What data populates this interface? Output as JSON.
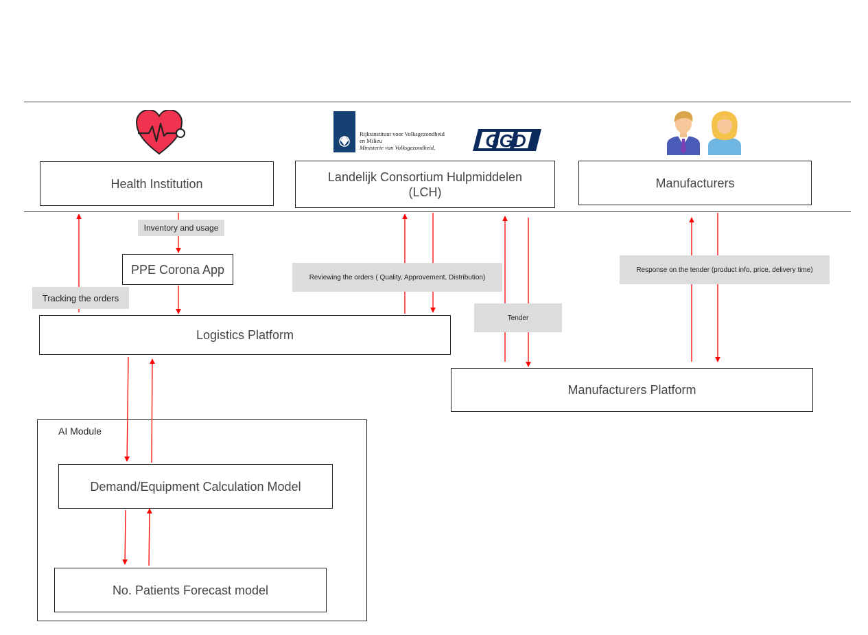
{
  "header": {
    "organizations": [
      "Health Institution",
      "Landelijk Consortium Hulpmiddelen (LCH)",
      "Manufacturers"
    ],
    "logos": {
      "rivm": {
        "line1": "Rijksinstituut voor Volksgezondheid",
        "line2": "en Milieu",
        "line3": "Ministerie van Volksgezondheid,"
      },
      "ggd": "GGD"
    },
    "icons": [
      "heart-pulse-icon",
      "rivm-logo",
      "ggd-logo",
      "business-people-icon"
    ]
  },
  "nodes": {
    "health_institution": "Health Institution",
    "lch": "Landelijk Consortium Hulpmiddelen (LCH)",
    "manufacturers": "Manufacturers",
    "ppe_app": "PPE Corona App",
    "logistics_platform": "Logistics Platform",
    "manufacturers_platform": "Manufacturers Platform",
    "ai_module": "AI Module",
    "demand_model": "Demand/Equipment Calculation Model",
    "forecast_model": "No. Patients Forecast model"
  },
  "edge_labels": {
    "inventory_usage": "Inventory and usage",
    "tracking_orders": "Tracking the orders",
    "reviewing_orders": "Reviewing the orders ( Quality, Approvement, Distribution)",
    "tender": "Tender",
    "response_tender": "Response on the tender (product info, price, delivery time)"
  },
  "colors": {
    "arrow": "#ff0000",
    "label_bg": "#dcdcdc",
    "heart": "#f0334f",
    "rivm_blue": "#154273",
    "ggd_navy": "#0d2a5c"
  }
}
